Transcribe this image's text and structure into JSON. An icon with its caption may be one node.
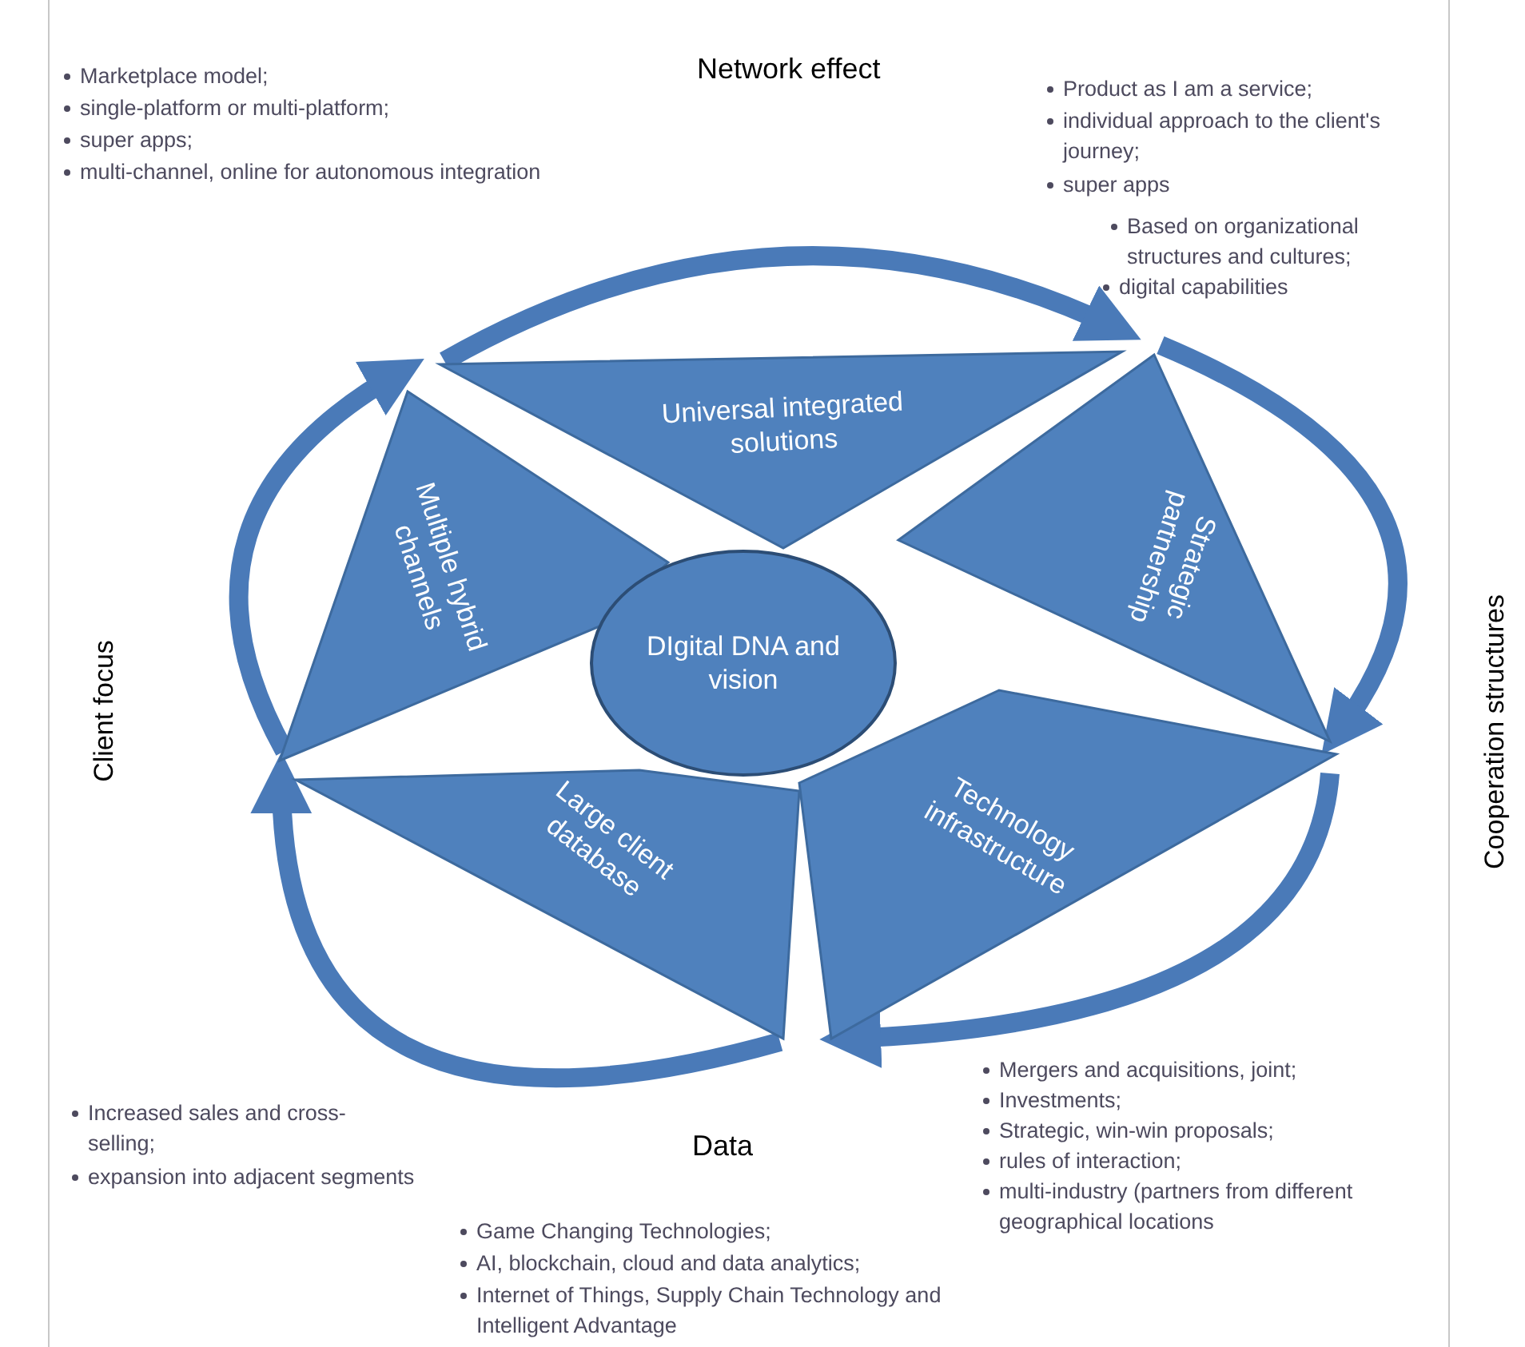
{
  "diagram": {
    "nodes": [
      {
        "text": [
          "Universal integrated solutions"
        ]
      },
      {
        "text": [
          "Strategic partnership"
        ]
      },
      {
        "text": [
          "Technology infrastructure"
        ]
      },
      {
        "text": [
          "Large client database"
        ]
      },
      {
        "text": [
          "Multiple hybrid channels"
        ]
      },
      {
        "text": [
          "DIgital DNA and vision"
        ]
      }
    ],
    "edges": [
      {
        "from": 4,
        "to": 0,
        "arrow": "to"
      },
      {
        "from": 0,
        "to": 1,
        "arrow": "to"
      },
      {
        "from": 1,
        "to": 2,
        "arrow": "to"
      },
      {
        "from": 2,
        "to": 3,
        "arrow": "to"
      },
      {
        "from": 3,
        "to": 4,
        "arrow": "to"
      }
    ],
    "labels": [
      "Marketplace model;",
      "single-platform or multi-platform;",
      "super apps;",
      "multi-channel, online for autonomous integration",
      "Network effect",
      "Product as I am a service;",
      "individual approach to the client's journey;",
      "super apps",
      "Based on organizational structures and cultures;",
      "digital capabilities",
      "Client focus",
      "Cooperation structures",
      "Mergers and acquisitions, joint;",
      "Investments;",
      "Strategic, win-win proposals;",
      "rules of interaction;",
      "multi-industry (partners from different geographical locations",
      "Increased sales and cross-selling;",
      "expansion into adjacent segments",
      "Data",
      "Game Changing Technologies;",
      "AI, blockchain, cloud and data analytics;",
      "Internet of Things, Supply Chain Technology and Intelligent Advantage"
    ]
  }
}
